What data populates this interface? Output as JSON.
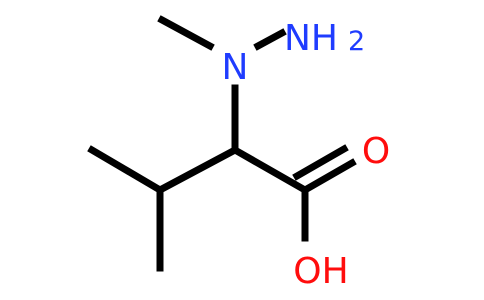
{
  "structure": {
    "atoms": {
      "n_methyl": {
        "symbol": "N",
        "color": "#1f3cff"
      },
      "n_amino": {
        "symbol": "NH",
        "subscript": "2",
        "color": "#1f3cff"
      },
      "o_carbonyl": {
        "symbol": "O",
        "color": "#ff0d0d"
      },
      "o_hydroxyl": {
        "symbol": "OH",
        "color": "#ff0d0d"
      }
    },
    "bond_color": "#000000"
  }
}
